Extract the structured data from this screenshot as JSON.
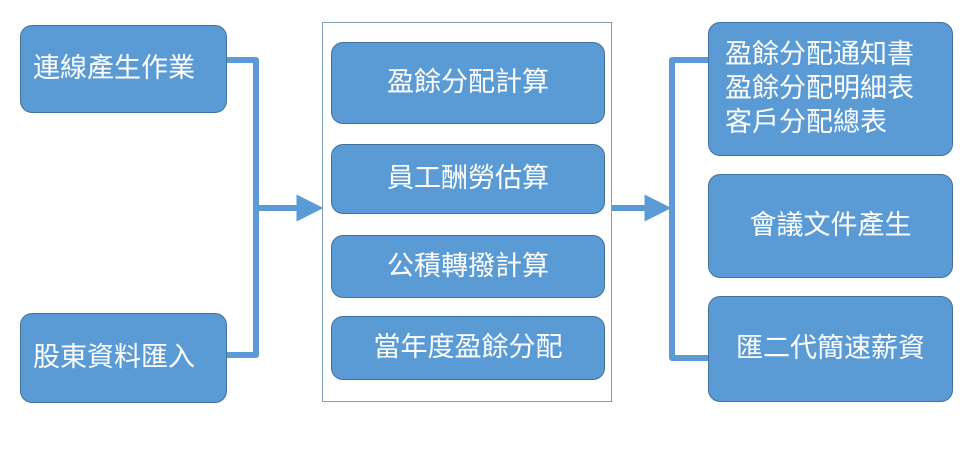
{
  "inputs": [
    "連線產生作業",
    "股東資料匯入"
  ],
  "processes": [
    "盈餘分配計算",
    "員工酬勞估算",
    "公積轉撥計算",
    "當年度盈餘分配"
  ],
  "outputs": {
    "reports": [
      "盈餘分配通知書",
      "盈餘分配明細表",
      "客戶分配總表"
    ],
    "meeting_docs": "會議文件產生",
    "nhi_supplement": "匯二代簡速薪資"
  },
  "colors": {
    "box_fill": "#5b9bd5",
    "box_border": "#41719c",
    "text": "#ffffff",
    "frame_border": "#7f9db9"
  }
}
